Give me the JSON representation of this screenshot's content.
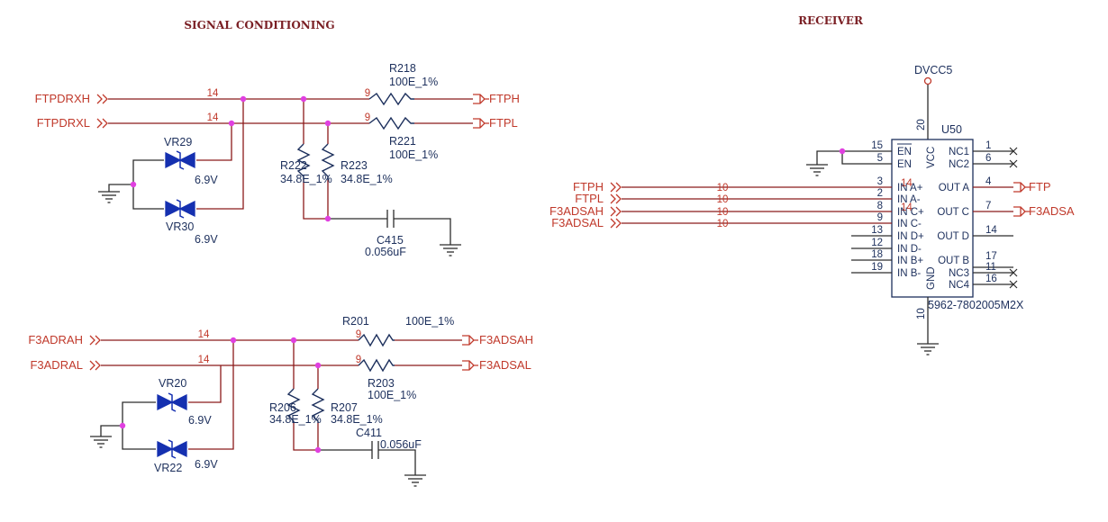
{
  "titles": {
    "left": "SIGNAL CONDITIONING",
    "right": "RECEIVER"
  },
  "top_circuit": {
    "inputs": [
      "FTPDRXH",
      "FTPDRXL"
    ],
    "outputs": [
      "FTPH",
      "FTPL"
    ],
    "in_net_no": "14",
    "out_net_no": "9",
    "r_series_1": {
      "ref": "R218",
      "value": "100E_1%"
    },
    "r_series_2": {
      "ref": "R221",
      "value": "100E_1%"
    },
    "r_pull_1": {
      "ref": "R222",
      "value": "34.8E_1%"
    },
    "r_pull_2": {
      "ref": "R223",
      "value": "34.8E_1%"
    },
    "cap": {
      "ref": "C415",
      "value": "0.056uF"
    },
    "tvs_1": {
      "ref": "VR29",
      "value": "6.9V"
    },
    "tvs_2": {
      "ref": "VR30",
      "value": "6.9V"
    }
  },
  "bottom_circuit": {
    "inputs": [
      "F3ADRAH",
      "F3ADRAL"
    ],
    "outputs": [
      "F3ADSAH",
      "F3ADSAL"
    ],
    "in_net_no": "14",
    "out_net_no": "9",
    "r_series_1": {
      "ref": "R201",
      "value": "100E_1%"
    },
    "r_series_2": {
      "ref": "R203",
      "value": "100E_1%"
    },
    "r_pull_1": {
      "ref": "R206",
      "value": "34.8E_1%"
    },
    "r_pull_2": {
      "ref": "R207",
      "value": "34.8E_1%"
    },
    "cap": {
      "ref": "C411",
      "value": "0.056uF"
    },
    "tvs_1": {
      "ref": "VR20",
      "value": "6.9V"
    },
    "tvs_2": {
      "ref": "VR22",
      "value": "6.9V"
    }
  },
  "receiver": {
    "ref": "U50",
    "part": "5962-7802005M2X",
    "power_net": "DVCC5",
    "vcc_pin": "20",
    "vcc_label": "VCC",
    "gnd_pin": "10",
    "gnd_label": "GND",
    "inputs": [
      "FTPH",
      "FTPL",
      "F3ADSAH",
      "F3ADSAL"
    ],
    "input_net_no": "10",
    "left_pins": [
      {
        "num": "15",
        "name": "EN"
      },
      {
        "num": "5",
        "name": "EN"
      },
      {
        "num": "3",
        "name": "IN A+"
      },
      {
        "num": "2",
        "name": "IN A-"
      },
      {
        "num": "8",
        "name": "IN C+"
      },
      {
        "num": "9",
        "name": "IN C-"
      },
      {
        "num": "13",
        "name": "IN D+"
      },
      {
        "num": "12",
        "name": "IN D-"
      },
      {
        "num": "18",
        "name": "IN B+"
      },
      {
        "num": "19",
        "name": "IN B-"
      }
    ],
    "right_pins": [
      {
        "num": "1",
        "name": "NC1"
      },
      {
        "num": "6",
        "name": "NC2"
      },
      {
        "num": "4",
        "name": "OUT A"
      },
      {
        "num": "7",
        "name": "OUT C"
      },
      {
        "num": "14",
        "name": "OUT D"
      },
      {
        "num": "17",
        "name": "OUT B"
      },
      {
        "num": "11",
        "name": "NC3"
      },
      {
        "num": "16",
        "name": "NC4"
      }
    ],
    "outputs": [
      "FTP",
      "F3ADSA"
    ],
    "overlay_num": "14"
  }
}
